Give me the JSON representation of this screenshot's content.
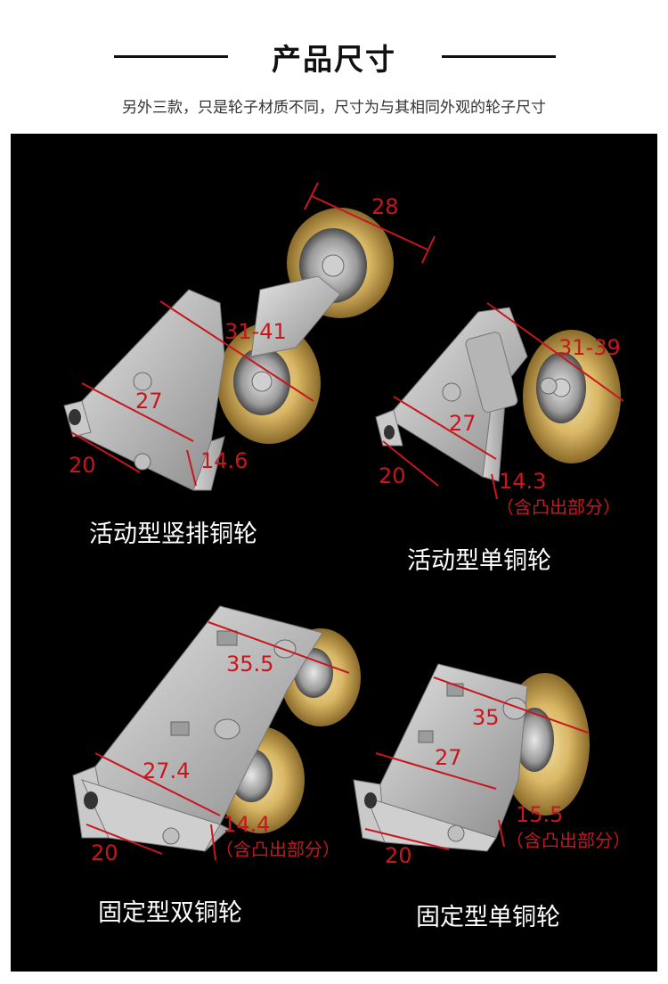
{
  "header": {
    "title": "产品尺寸",
    "subtitle": "另外三款，只是轮子材质不同，尺寸为与其相同外观的轮子尺寸"
  },
  "colors": {
    "dimension": "#c8161d",
    "background": "#000000",
    "label": "#ffffff"
  },
  "products": [
    {
      "name": "活动型竖排铜轮",
      "dims": {
        "wheel": "28",
        "span": "31-41",
        "width": "27",
        "depth": "20",
        "height": "14.6"
      }
    },
    {
      "name": "活动型单铜轮",
      "dims": {
        "span": "31-39",
        "width": "27",
        "depth": "20",
        "height": "14.3"
      },
      "note": "（含凸出部分）"
    },
    {
      "name": "固定型双铜轮",
      "dims": {
        "length": "35.5",
        "width": "27.4",
        "depth": "20",
        "height": "14.4"
      },
      "note": "（含凸出部分）"
    },
    {
      "name": "固定型单铜轮",
      "dims": {
        "length": "35",
        "width": "27",
        "depth": "20",
        "height": "15.5"
      },
      "note": "（含凸出部分）"
    }
  ]
}
